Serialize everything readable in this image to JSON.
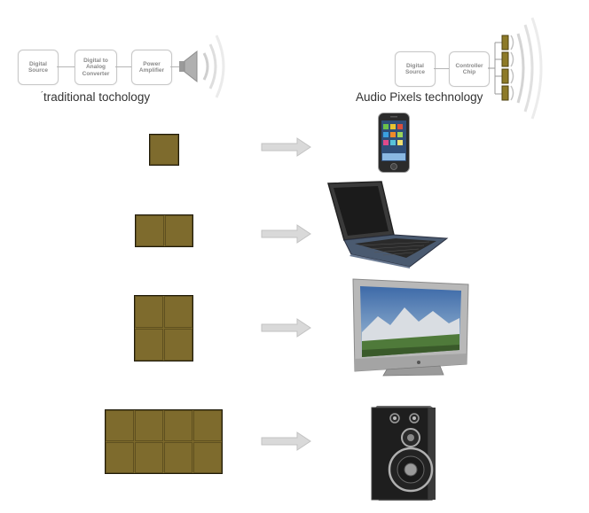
{
  "traditional": {
    "caption": "traditional tochology",
    "blocks": [
      {
        "label": "Digital\nSource"
      },
      {
        "label": "Digital to\nAnalog\nConverter"
      },
      {
        "label": "Power\nAmplifier"
      }
    ]
  },
  "audio_pixels": {
    "caption": "Audio Pixels technology",
    "blocks": [
      {
        "label": "Digital\nSource"
      },
      {
        "label": "Controller\nChip"
      }
    ]
  },
  "rows": [
    {
      "pixel_grid": "1x1",
      "device": "smartphone-icon"
    },
    {
      "pixel_grid": "1x2",
      "device": "laptop-icon"
    },
    {
      "pixel_grid": "2x2",
      "device": "flat-tv-icon"
    },
    {
      "pixel_grid": "2x4",
      "device": "loudspeaker-icon"
    }
  ],
  "colors": {
    "pixel_fill": "#7e6b2d",
    "pixel_border": "#1f1a08",
    "arrow_fill": "#d9d9d9",
    "block_text": "#8a8a8a"
  }
}
